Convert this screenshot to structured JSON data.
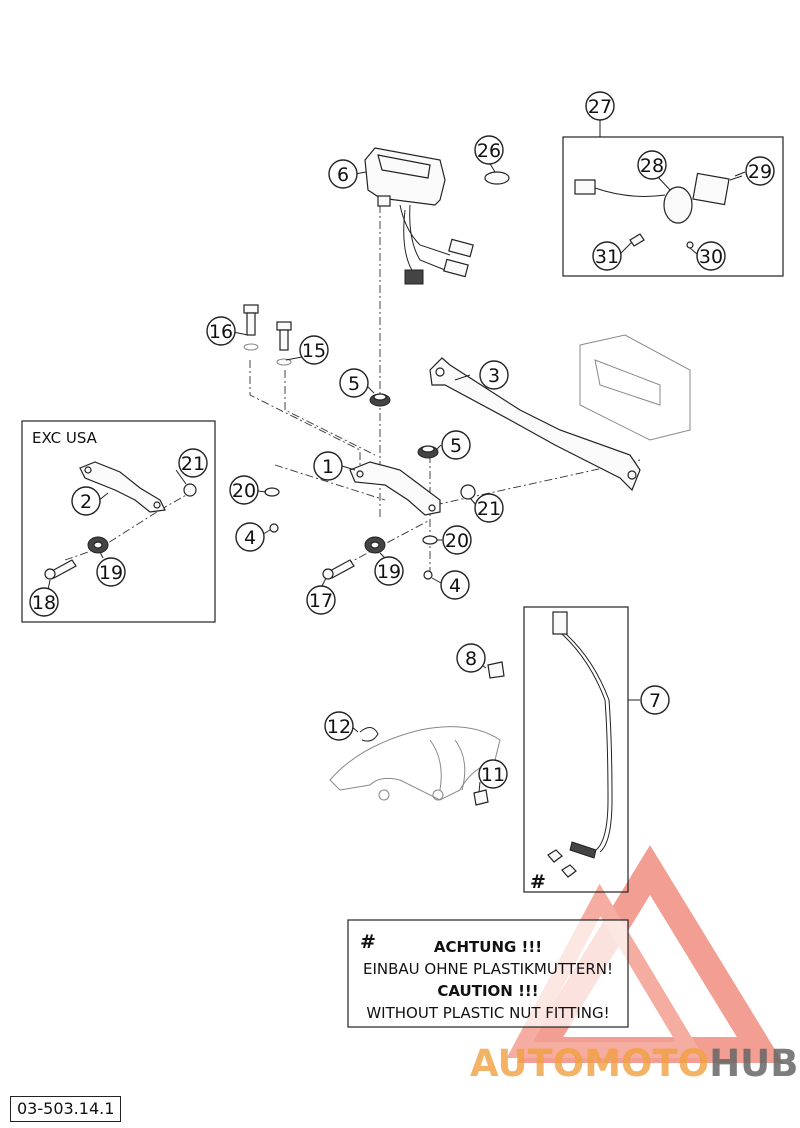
{
  "callouts": [
    {
      "id": "c1",
      "label": "1"
    },
    {
      "id": "c2",
      "label": "2"
    },
    {
      "id": "c3",
      "label": "3"
    },
    {
      "id": "c4a",
      "label": "4"
    },
    {
      "id": "c4b",
      "label": "4"
    },
    {
      "id": "c5a",
      "label": "5"
    },
    {
      "id": "c5b",
      "label": "5"
    },
    {
      "id": "c6",
      "label": "6"
    },
    {
      "id": "c7",
      "label": "7"
    },
    {
      "id": "c8",
      "label": "8"
    },
    {
      "id": "c11",
      "label": "11"
    },
    {
      "id": "c12",
      "label": "12"
    },
    {
      "id": "c15",
      "label": "15"
    },
    {
      "id": "c16",
      "label": "16"
    },
    {
      "id": "c17",
      "label": "17"
    },
    {
      "id": "c18",
      "label": "18"
    },
    {
      "id": "c19a",
      "label": "19"
    },
    {
      "id": "c19b",
      "label": "19"
    },
    {
      "id": "c20a",
      "label": "20"
    },
    {
      "id": "c20b",
      "label": "20"
    },
    {
      "id": "c21a",
      "label": "21"
    },
    {
      "id": "c21b",
      "label": "21"
    },
    {
      "id": "c26",
      "label": "26"
    },
    {
      "id": "c27",
      "label": "27"
    },
    {
      "id": "c28",
      "label": "28"
    },
    {
      "id": "c29",
      "label": "29"
    },
    {
      "id": "c30",
      "label": "30"
    },
    {
      "id": "c31",
      "label": "31"
    }
  ],
  "exc_panel": {
    "title": "EXC USA"
  },
  "warning_note": {
    "hash": "#",
    "line1": "ACHTUNG !!!",
    "line2": "EINBAU OHNE PLASTIKMUTTERN!",
    "line3": "CAUTION !!!",
    "line4": "WITHOUT PLASTIC NUT FITTING!"
  },
  "cable_hash": "#",
  "document_number": "03-503.14.1",
  "watermark": {
    "part1": "AUTOMOTO",
    "part2": "HUB"
  },
  "colors": {
    "watermark_red": "#e8503a",
    "watermark_orange": "#f0a040",
    "watermark_gray": "#666666"
  }
}
